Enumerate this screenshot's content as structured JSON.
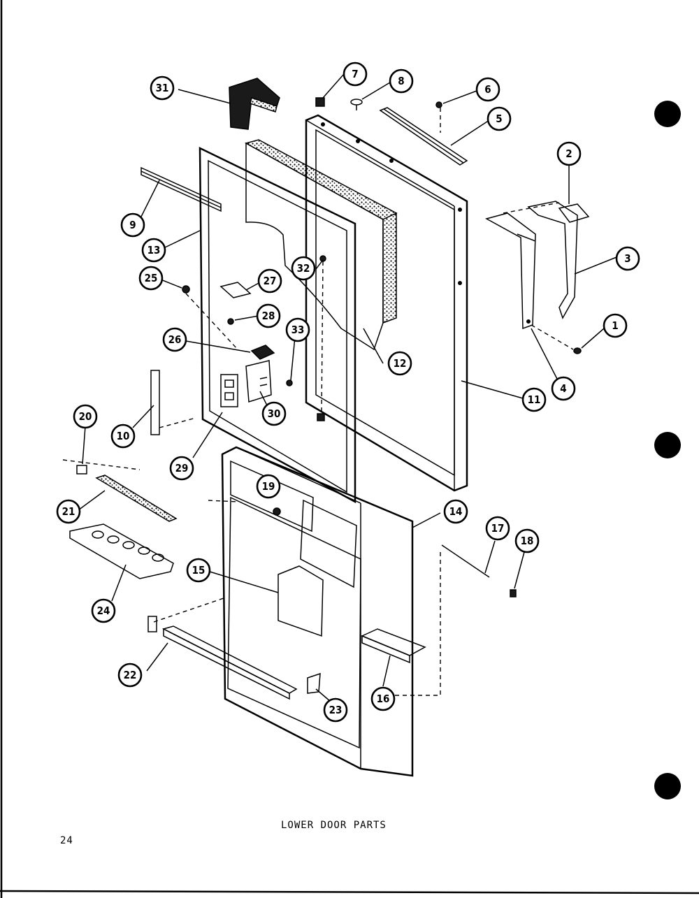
{
  "diagram": {
    "title": "LOWER DOOR PARTS",
    "page_number": "24",
    "callouts": [
      "1",
      "2",
      "3",
      "4",
      "5",
      "6",
      "7",
      "8",
      "9",
      "10",
      "11",
      "12",
      "13",
      "14",
      "15",
      "16",
      "17",
      "18",
      "19",
      "20",
      "21",
      "22",
      "23",
      "24",
      "25",
      "26",
      "27",
      "28",
      "29",
      "30",
      "31",
      "32",
      "33"
    ]
  }
}
